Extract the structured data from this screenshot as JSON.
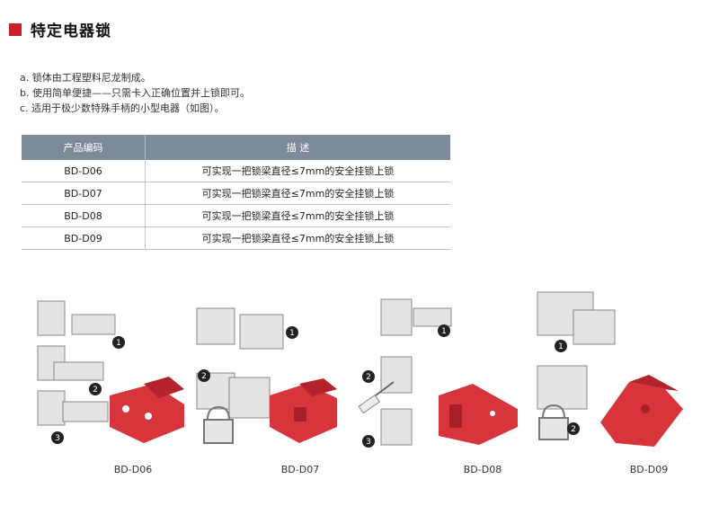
{
  "header": {
    "title": "特定电器锁"
  },
  "bullets": [
    "a. 锁体由工程塑料尼龙制成。",
    "b. 使用简单便捷——只需卡入正确位置并上锁即可。",
    "c. 适用于极少数特殊手柄的小型电器（如图）。"
  ],
  "table": {
    "headers": [
      "产品编码",
      "描 述"
    ],
    "rows": [
      {
        "code": "BD-D06",
        "desc": "可实现一把锁梁直径≤7mm的安全挂锁上锁"
      },
      {
        "code": "BD-D07",
        "desc": "可实现一把锁梁直径≤7mm的安全挂锁上锁"
      },
      {
        "code": "BD-D08",
        "desc": "可实现一把锁梁直径≤7mm的安全挂锁上锁"
      },
      {
        "code": "BD-D09",
        "desc": "可实现一把锁梁直径≤7mm的安全挂锁上锁"
      }
    ]
  },
  "products": [
    {
      "caption": "BD-D06",
      "steps": [
        "1",
        "2",
        "3"
      ]
    },
    {
      "caption": "BD-D07",
      "steps": [
        "1",
        "2"
      ]
    },
    {
      "caption": "BD-D08",
      "steps": [
        "1",
        "2",
        "3"
      ]
    },
    {
      "caption": "BD-D09",
      "steps": [
        "1",
        "2"
      ]
    }
  ],
  "colors": {
    "accent": "#c8202a",
    "table_header": "#7d8a99",
    "lock_red": "#d8343c"
  }
}
